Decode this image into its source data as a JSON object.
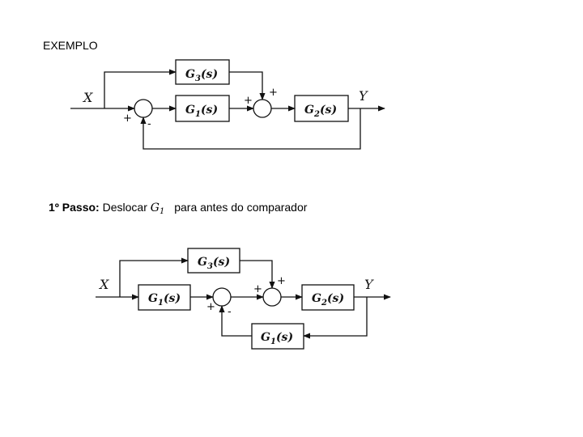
{
  "heading": "EXEMPLO",
  "step": {
    "number": "1º",
    "title": "Passo:",
    "text_before": "Deslocar",
    "symbol": "G",
    "symbol_sub": "1",
    "text_after": "para antes do comparador"
  },
  "diagram1": {
    "input": "X",
    "output": "Y",
    "blocks": {
      "g1": {
        "name": "G",
        "sub": "1",
        "arg": "(s)"
      },
      "g2": {
        "name": "G",
        "sub": "2",
        "arg": "(s)"
      },
      "g3": {
        "name": "G",
        "sub": "3",
        "arg": "(s)"
      }
    },
    "signs": {
      "s1_left": "+",
      "s1_bottom": "-",
      "s2_left": "+",
      "s2_top": "+"
    }
  },
  "diagram2": {
    "input": "X",
    "output": "Y",
    "blocks": {
      "g1": {
        "name": "G",
        "sub": "1",
        "arg": "(s)"
      },
      "g2": {
        "name": "G",
        "sub": "2",
        "arg": "(s)"
      },
      "g3": {
        "name": "G",
        "sub": "3",
        "arg": "(s)"
      },
      "g1_feedback": {
        "name": "G",
        "sub": "1",
        "arg": "(s)"
      }
    },
    "signs": {
      "s1_left": "+",
      "s1_bottom": "-",
      "s2_left": "+",
      "s2_top": "+"
    }
  }
}
